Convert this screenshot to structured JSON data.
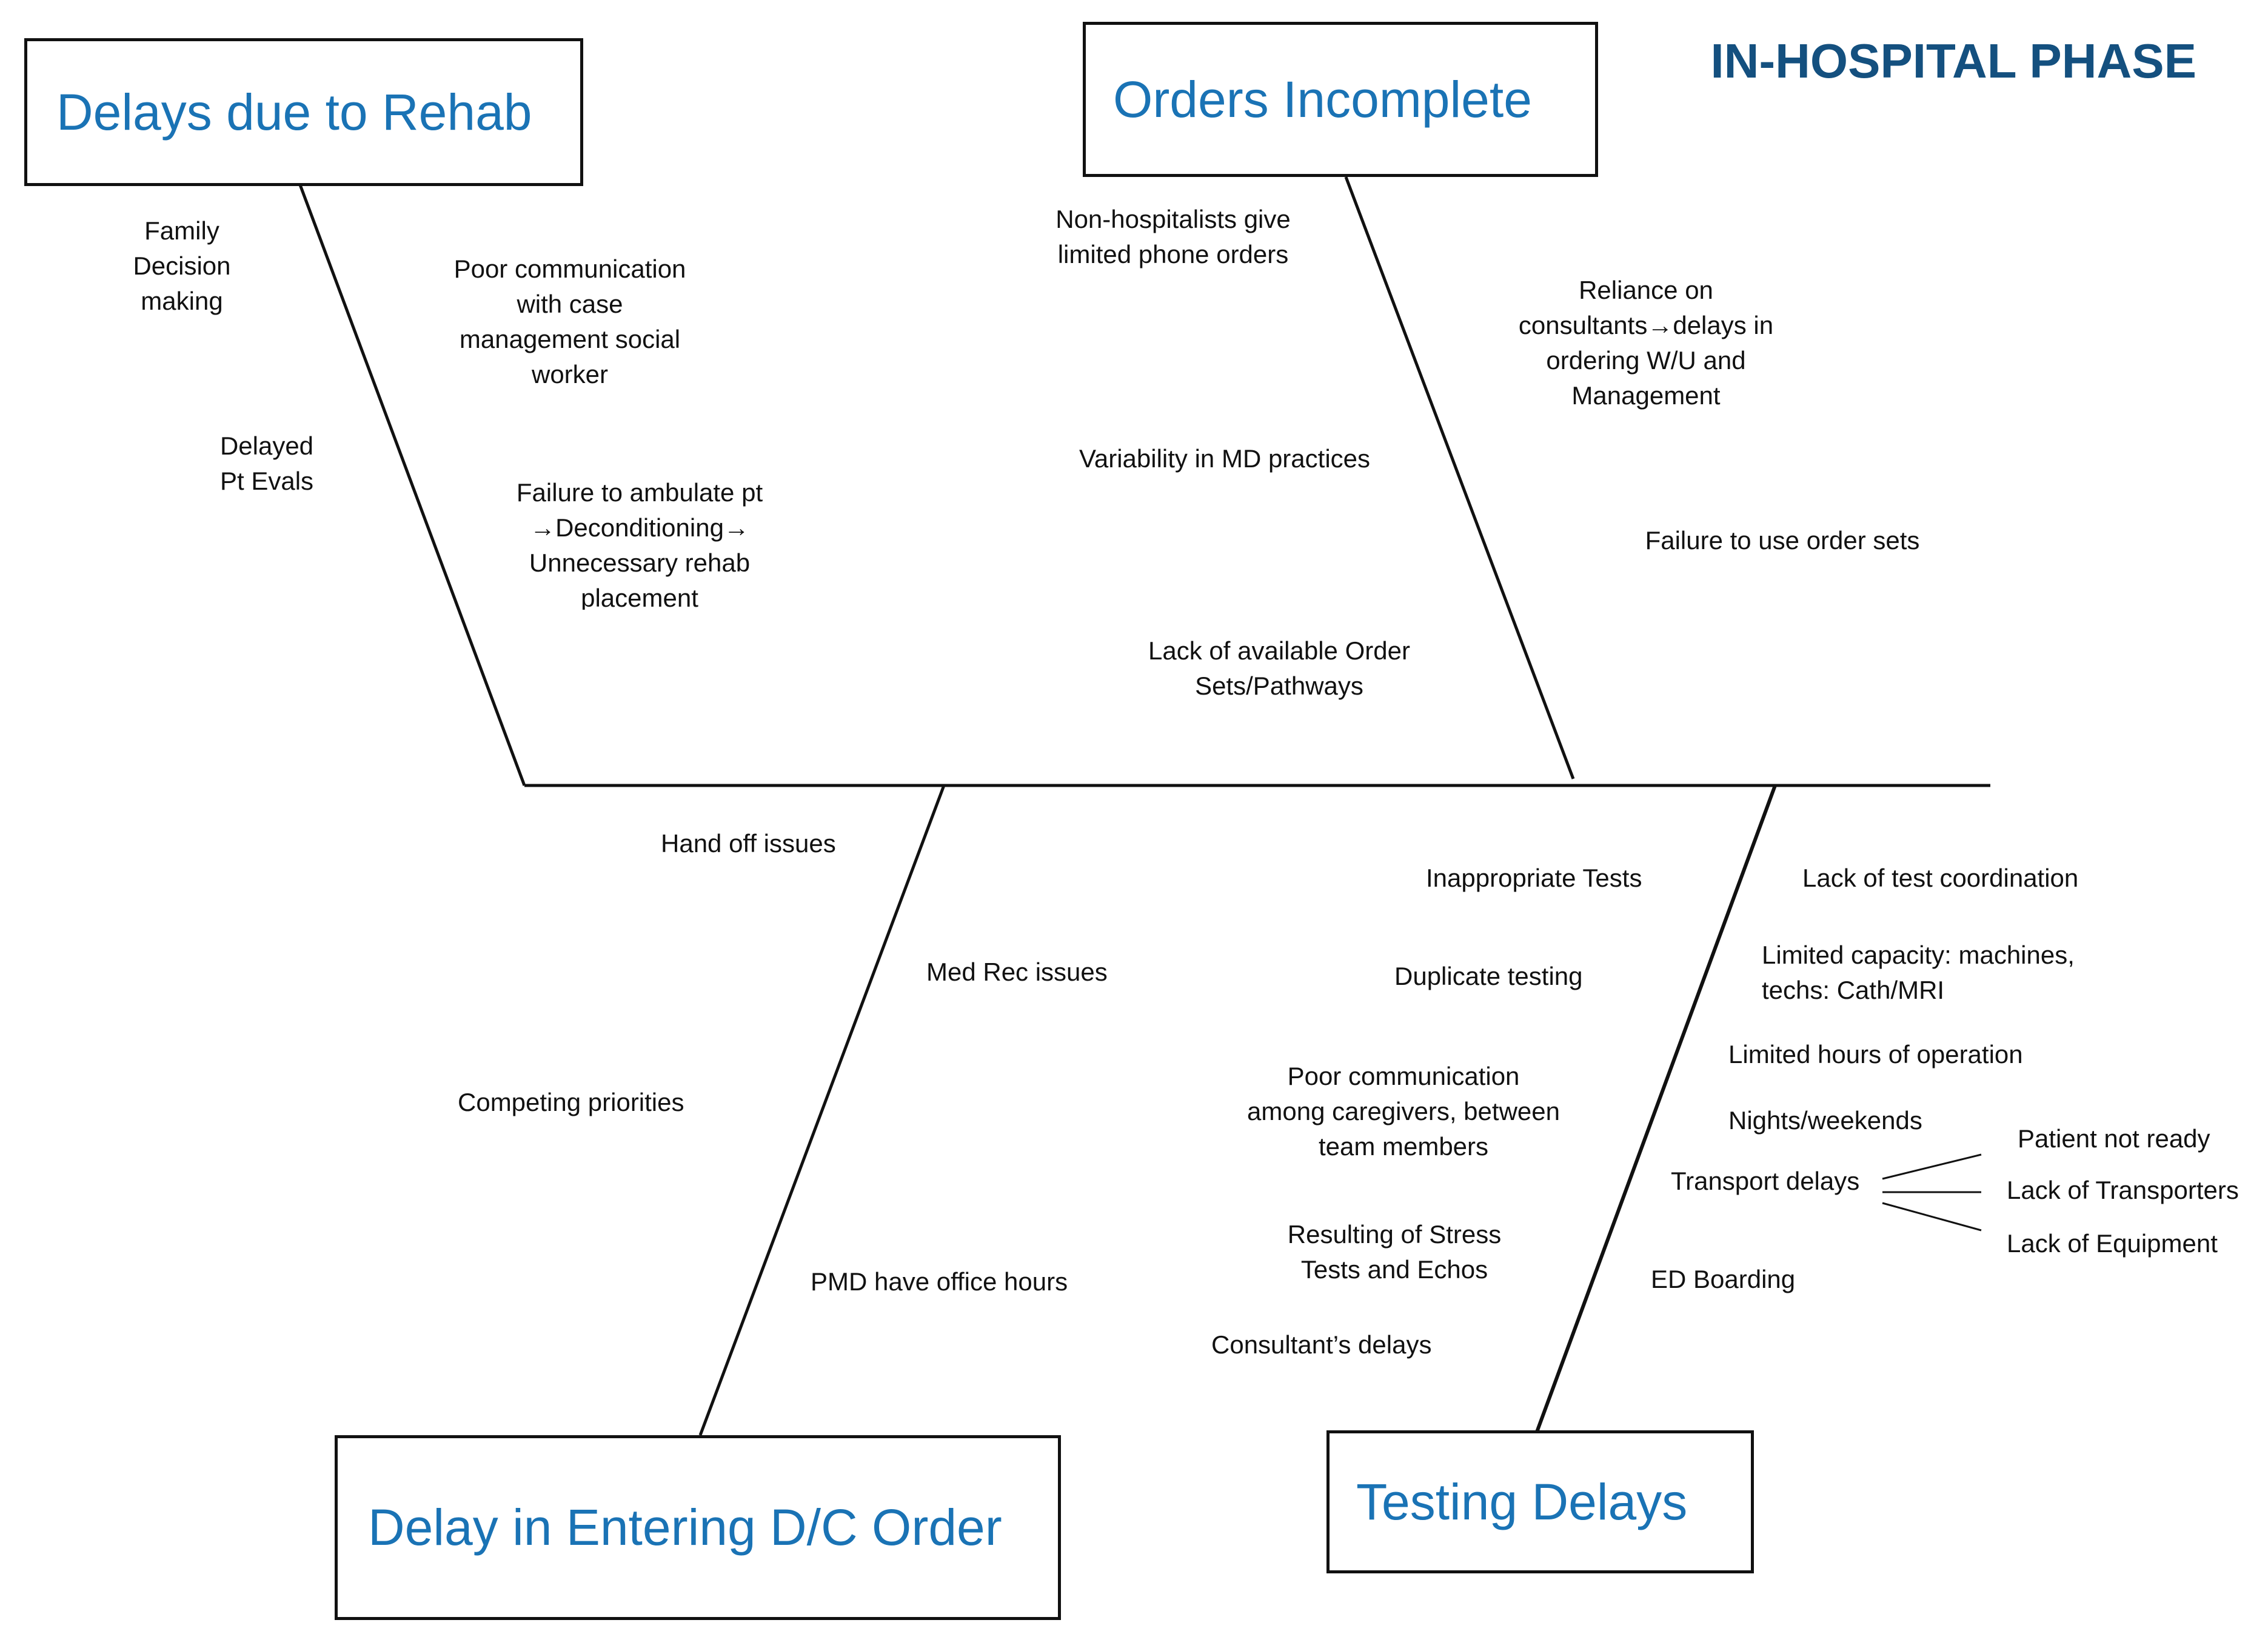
{
  "phase_title": "IN-HOSPITAL PHASE",
  "categories": {
    "rehab": "Delays due to Rehab",
    "orders": "Orders Incomplete",
    "dc_order": "Delay in Entering D/C Order",
    "testing": "Testing Delays"
  },
  "causes": {
    "rehab": {
      "family": "Family\nDecision\nmaking",
      "evals": "Delayed\nPt Evals",
      "communication": "Poor communication\nwith case\nmanagement social\nworker",
      "ambulate": "Failure to ambulate pt\n→Deconditioning→\nUnnecessary rehab\nplacement"
    },
    "orders": {
      "phone": "Non-hospitalists give\nlimited phone orders",
      "variability": "Variability in MD practices",
      "order_sets_lack": "Lack of available Order\nSets/Pathways",
      "consultants": "Reliance on\nconsultants→delays in\nordering W/U and\nManagement",
      "order_sets_use": "Failure to use order sets"
    },
    "dc_order": {
      "handoff": "Hand off issues",
      "medrec": "Med Rec issues",
      "priorities": "Competing priorities",
      "pmd": "PMD have office hours"
    },
    "testing": {
      "inappropriate": "Inappropriate Tests",
      "duplicate": "Duplicate testing",
      "poor_comm": "Poor communication\namong caregivers, between\nteam members",
      "stress": "Resulting of Stress\nTests and Echos",
      "consultant": "Consultant’s delays",
      "coordination": "Lack of test coordination",
      "capacity": "Limited capacity: machines,\ntechs: Cath/MRI",
      "hours": "Limited hours of operation",
      "nights": "Nights/weekends",
      "transport": "Transport delays",
      "not_ready": "Patient not ready",
      "transporters": "Lack of Transporters",
      "equipment": "Lack of Equipment",
      "ed_boarding": "ED Boarding"
    }
  }
}
